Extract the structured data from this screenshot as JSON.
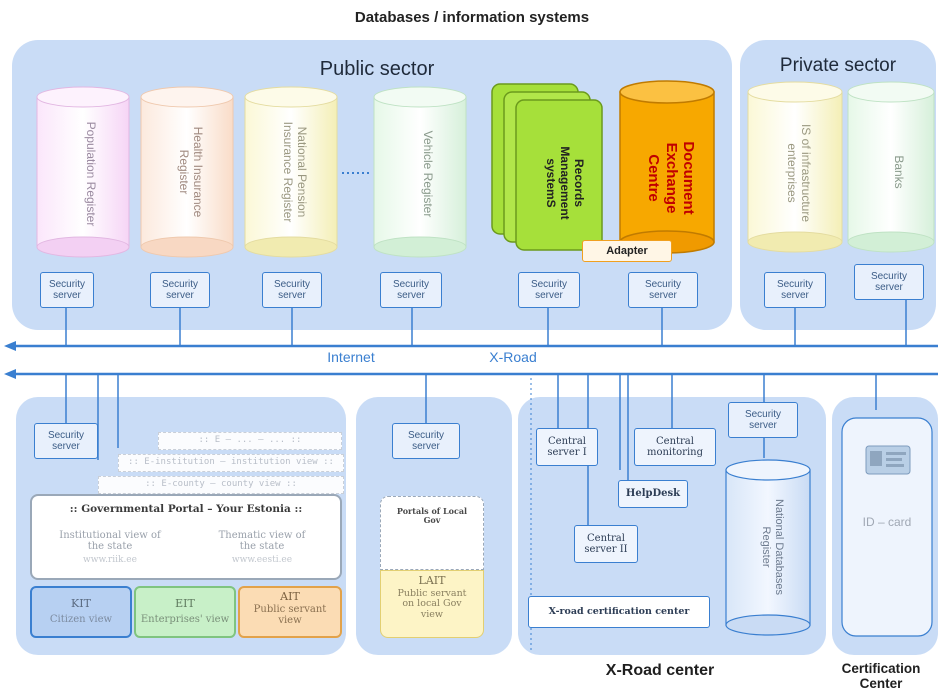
{
  "title": "Databases / information systems",
  "public_sector": {
    "label": "Public sector",
    "databases": [
      "Population Register",
      "Health Insurance\nRegister",
      "National Pension\nInsurance Register",
      "Vehicle Register"
    ],
    "records_management": "Records\nManagement\nsystemS",
    "dec": "Document\nExchange\nCentre",
    "adapter": "Adapter"
  },
  "private_sector": {
    "label": "Private sector",
    "databases": [
      "IS of infrastructure\nenterprises",
      "Banks"
    ]
  },
  "security_server": "Security\nserver",
  "internet": "Internet",
  "xroad": "X-Road",
  "portal": {
    "views": [
      ":: E – ... – ... ::",
      ":: E-institution – institution view ::",
      ":: E-county – county view ::"
    ],
    "title": ":: Governmental Portal – Your Estonia ::",
    "institutional": "Institutional view of\nthe state",
    "institutional_url": "www.riik.ee",
    "thematic": "Thematic view of\nthe state",
    "thematic_url": "www.eesti.ee",
    "kit": "KIT",
    "kit_sub": "Citizen view",
    "eit": "EIT",
    "eit_sub": "Enterprises' view",
    "ait": "AIT",
    "ait_sub": "Public servant\nview"
  },
  "local_gov": {
    "portals": "Portals of Local\nGov",
    "lait": "LAIT",
    "lait_sub": "Public servant\non local Gov\nview"
  },
  "xroad_center": {
    "label": "X-Road center",
    "central1": "Central\nserver I",
    "central2": "Central\nserver II",
    "helpdesk": "HelpDesk",
    "monitoring": "Central\nmonitoring",
    "national_db": "National Databases\nRegister",
    "cert": "X-road certification center"
  },
  "certification": {
    "label": "Certification\nCenter",
    "id_card": "ID – card"
  },
  "colors": {
    "panel": "#c9dcf6",
    "line": "#3a7fd0",
    "records": "#a6e03a",
    "dec": "#f7a800"
  }
}
